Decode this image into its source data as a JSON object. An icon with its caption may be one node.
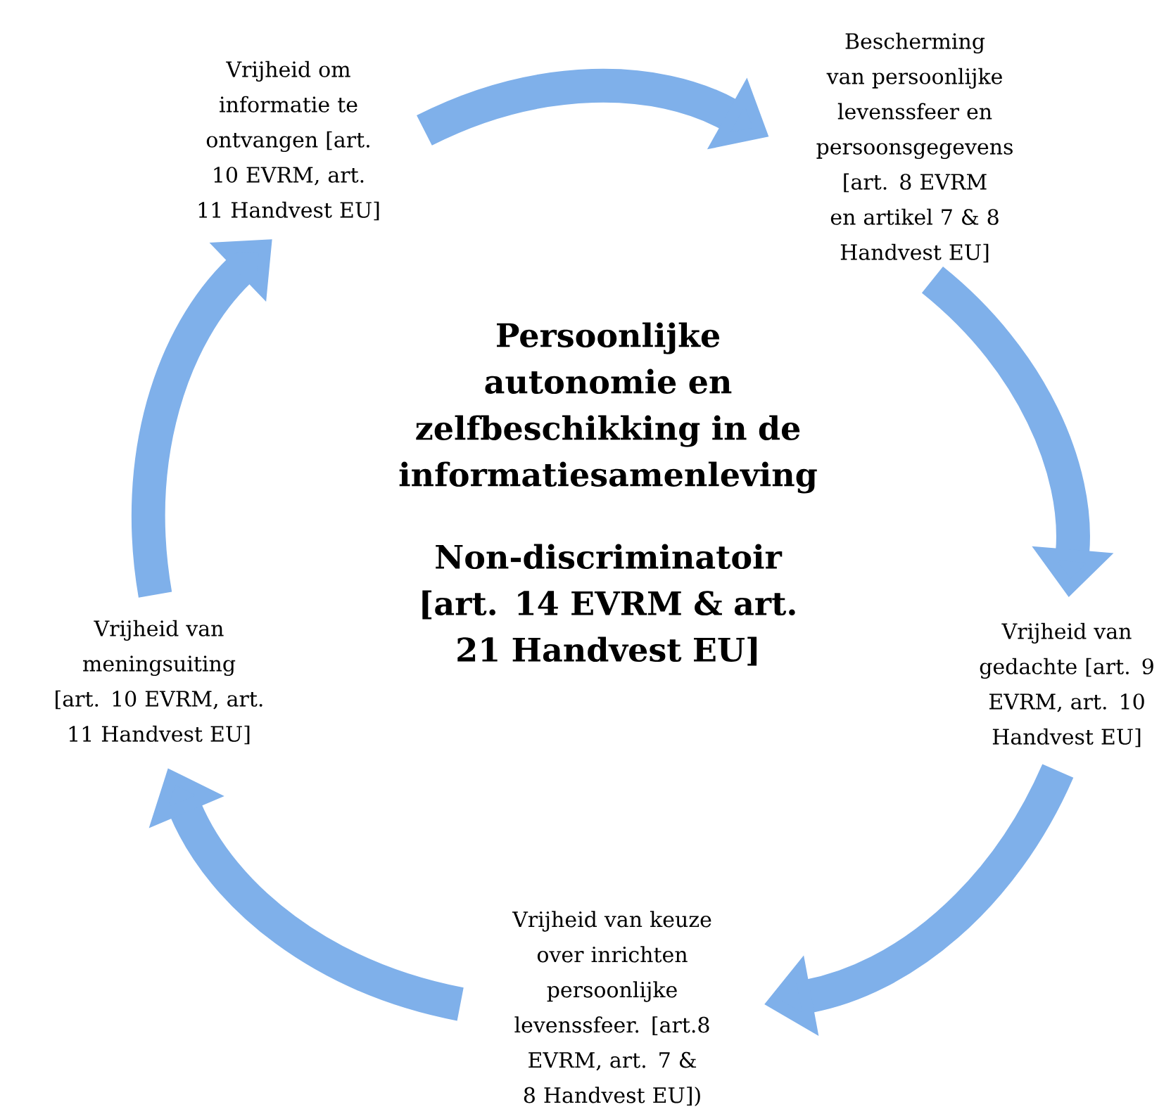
{
  "diagram": {
    "nodes": [
      {
        "text": [
          "Vrijheid om informatie te ontvangen [art. 10 EVRM, art. 11 Handvest EU]"
        ]
      },
      {
        "text": [
          "Bescherming van persoonlijke levenssfeer en persoonsgegevens [art. 8 EVRM en artikel 7 & 8 Handvest EU]"
        ]
      },
      {
        "text": [
          "Vrijheid van gedachte [art. 9 EVRM, art. 10 Handvest EU]"
        ]
      },
      {
        "text": [
          "Vrijheid van keuze over inrichten persoonlijke levenssfeer. [art.8 EVRM, art. 7 & 8 Handvest EU])"
        ]
      },
      {
        "text": [
          "Vrijheid van meningsuiting [art. 10 EVRM, art. 11 Handvest EU]"
        ]
      }
    ],
    "edges": [
      {
        "from": 0,
        "to": 1,
        "arrow": "to"
      },
      {
        "from": 1,
        "to": 2,
        "arrow": "to"
      },
      {
        "from": 2,
        "to": 3,
        "arrow": "to"
      },
      {
        "from": 3,
        "to": 4,
        "arrow": "to"
      },
      {
        "from": 4,
        "to": 0,
        "arrow": "to"
      }
    ],
    "labels": [
      "Persoonlijke autonomie en zelfbeschikking in de informatiesamenleving",
      "Non-discriminatoir [art. 14 EVRM & art. 21 Handvest EU]"
    ]
  }
}
